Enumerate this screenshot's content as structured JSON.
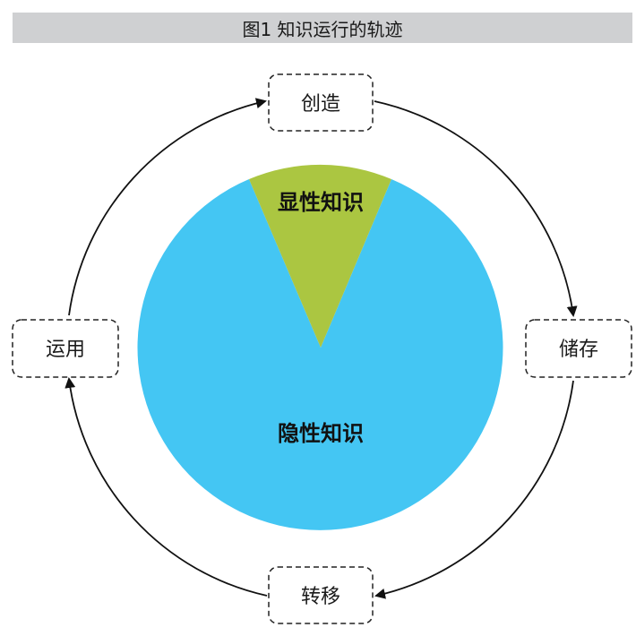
{
  "title": "图1 知识运行的轨迹",
  "cycle_nodes": {
    "top": "创造",
    "right": "储存",
    "bottom": "转移",
    "left": "运用"
  },
  "knowledge": {
    "explicit": "显性知识",
    "tacit": "隐性知识"
  },
  "colors": {
    "tacit_fill": "#44c6f3",
    "explicit_fill": "#abc641",
    "title_bar": "#cfd0d2"
  }
}
